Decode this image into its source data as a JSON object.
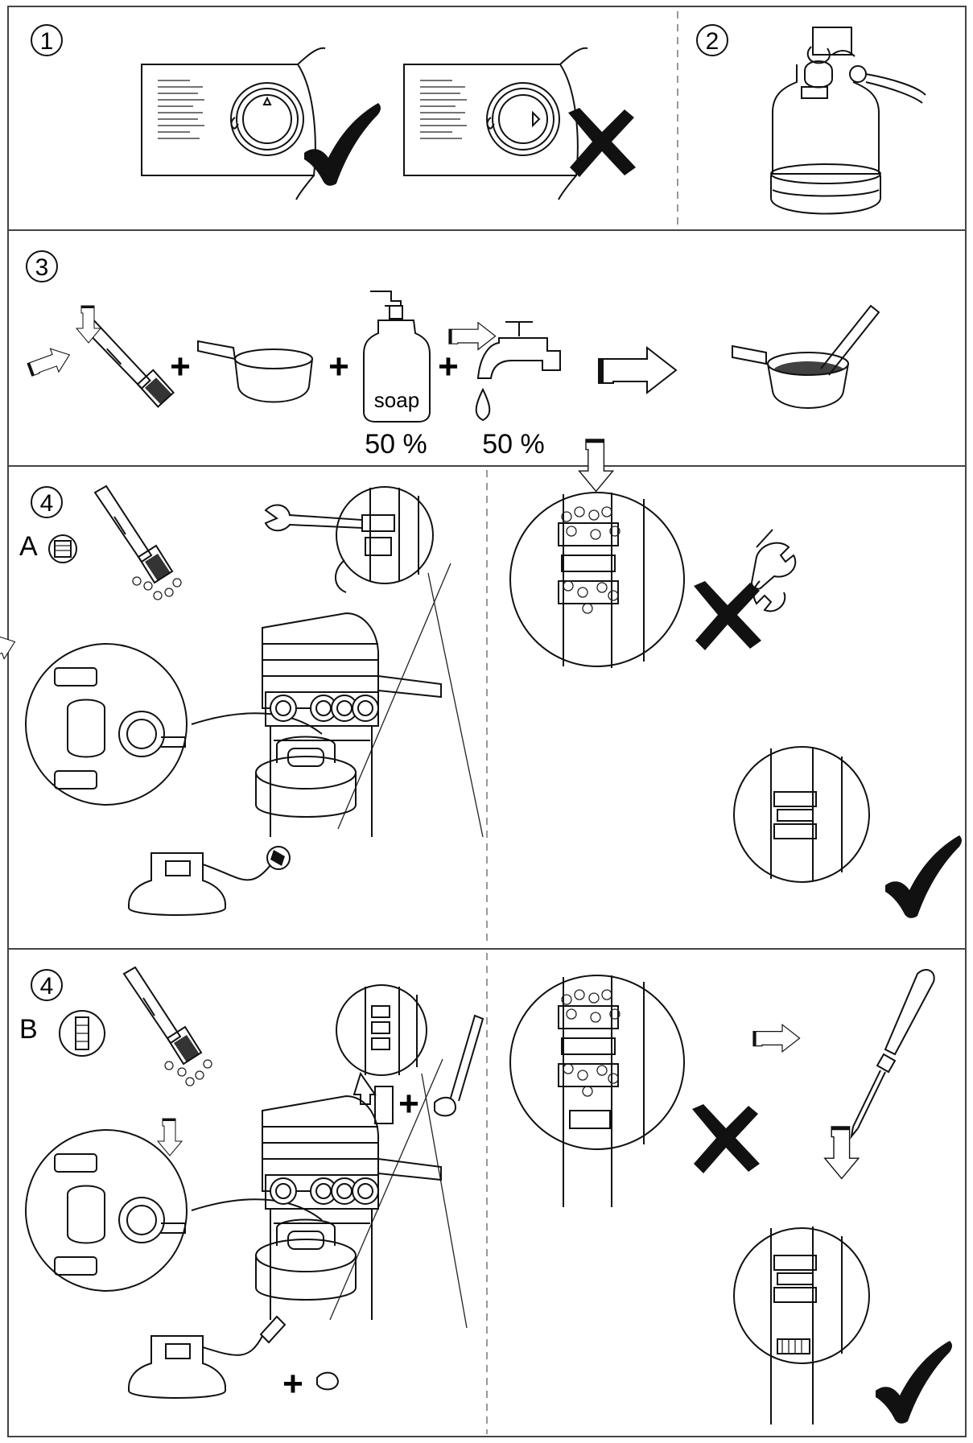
{
  "panels": {
    "p1": {
      "step": "1"
    },
    "p2": {
      "step": "2"
    },
    "p3": {
      "step": "3",
      "plus": "+",
      "soap_label": "soap",
      "soap_percent": "50 %",
      "water_percent": "50 %"
    },
    "p4a": {
      "step": "4",
      "variant": "A"
    },
    "p4b": {
      "step": "4",
      "variant": "B",
      "plus": "+"
    }
  },
  "icons": {
    "correct": "check-mark-icon",
    "wrong": "cross-mark-icon",
    "next": "step-arrow-icon"
  }
}
